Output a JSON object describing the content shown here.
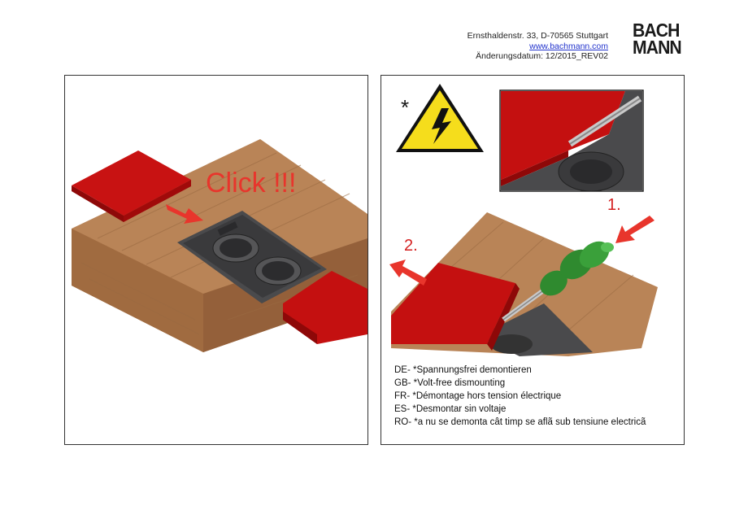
{
  "header": {
    "address": "Ernsthaldenstr. 33, D-70565 Stuttgart",
    "website": "www.bachmann.com",
    "revision": "Änderungsdatum: 12/2015_REV02",
    "logo_line1": "BACH",
    "logo_line2": "MANN"
  },
  "left_panel": {
    "click_text": "Click !!!"
  },
  "right_panel": {
    "warning_marker": "*",
    "step1": "1.",
    "step2": "2.",
    "instructions": [
      "DE- *Spannungsfrei demontieren",
      "GB- *Volt-free dismounting",
      "FR- *Démontage hors tension électrique",
      "ES- *Desmontar sin voltaje",
      "RO- *a nu se demonta cât timp se aflã sub tensiune electricã"
    ]
  },
  "colors": {
    "wood": "#b07a4f",
    "cover_red": "#c41010",
    "socket_gray": "#4a4a4c",
    "arrow_red": "#e8352c",
    "screwdriver_green": "#2f8a2f",
    "warning_yellow": "#f5dd1c"
  },
  "icons": [
    "high-voltage-warning-icon",
    "arrow-icon"
  ]
}
